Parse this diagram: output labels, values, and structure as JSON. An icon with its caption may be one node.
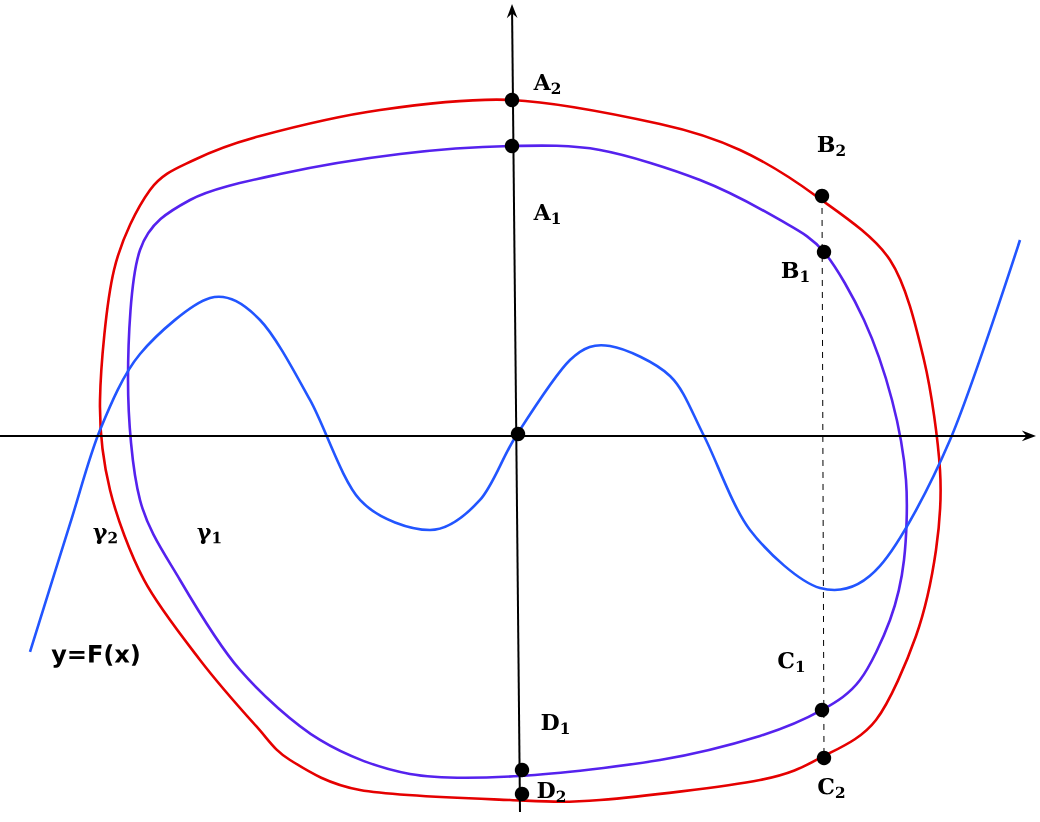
{
  "diagram": {
    "labels": [
      "A$_{2}$",
      "A$_{1}$",
      "B$_{2}$",
      "B$_{1}$",
      "γ$_{2}$",
      "γ$_{1}$",
      "y=F(x)",
      "C$_{1}$",
      "D$_{1}$",
      "C$_{2}$",
      "D$_{2}$"
    ]
  }
}
